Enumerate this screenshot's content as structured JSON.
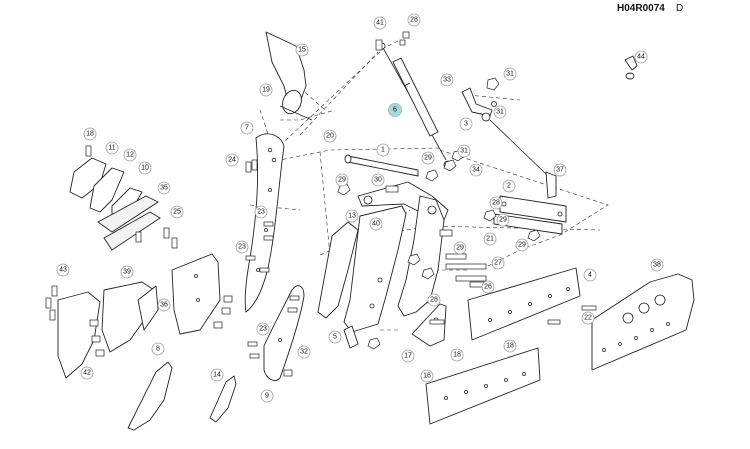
{
  "header": {
    "code": "H04R0074",
    "revision": "D"
  },
  "callouts": {
    "c41": "41",
    "c28a": "28",
    "c15": "15",
    "c19": "19",
    "c6": "6",
    "c33": "33",
    "c31a": "31",
    "c3": "3",
    "c31b": "31",
    "c44": "44",
    "c7": "7",
    "c20": "20",
    "c18a": "18",
    "c11": "11",
    "c12": "12",
    "c10": "10",
    "c35": "35",
    "c24": "24",
    "c1": "1",
    "c29a": "29",
    "c31c": "31",
    "c34": "34",
    "c37": "37",
    "c29b": "29",
    "c30": "30",
    "c2": "2",
    "c28b": "28",
    "c29c": "29",
    "c25": "25",
    "c23a": "23",
    "c13": "13",
    "c40": "40",
    "c21": "21",
    "c29d": "29",
    "c23b": "23",
    "c29e": "29",
    "c27": "27",
    "c43": "43",
    "c39": "39",
    "c26": "26",
    "c4": "4",
    "c38": "38",
    "c36": "36",
    "c28c": "28",
    "c22": "22",
    "c23c": "23",
    "c5": "5",
    "c32": "32",
    "c18b": "18",
    "c17": "17",
    "c18c": "18",
    "c8": "8",
    "c42": "42",
    "c14": "14",
    "c16": "16",
    "c9": "9"
  },
  "highlight_color": "#a9d9d6"
}
